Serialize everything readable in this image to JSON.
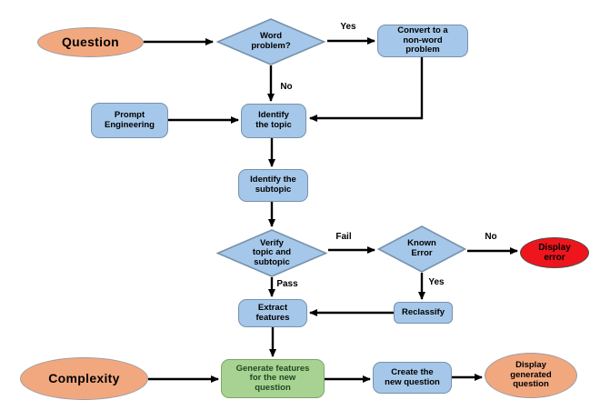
{
  "diagram": {
    "title_hint": "question generation flowchart",
    "background": "#FFFFFF",
    "colors": {
      "process_fill": "#A5C7E9",
      "process_border": "#7791AC",
      "terminator_fill": "#F2A87E",
      "terminator_border": "#9C9CA4",
      "error_fill": "#EF151D",
      "error_border": "#4A4A4A",
      "highlight_fill": "#A7D292",
      "highlight_border": "#7EA569",
      "highlight_text": "#1E4A22",
      "edge_color": "#000000"
    },
    "nodes": {
      "question": {
        "label": "Question",
        "shape": "ellipse"
      },
      "word_problem": {
        "label": "Word\nproblem?",
        "shape": "diamond"
      },
      "convert": {
        "label": "Convert to a\nnon-word\nproblem",
        "shape": "rect"
      },
      "prompt_engineering": {
        "label": "Prompt\nEngineering",
        "shape": "rect"
      },
      "identify_topic": {
        "label": "Identify\nthe topic",
        "shape": "rect"
      },
      "identify_subtopic": {
        "label": "Identify the\nsubtopic",
        "shape": "rect"
      },
      "verify": {
        "label": "Verify\ntopic and\nsubtopic",
        "shape": "diamond"
      },
      "known_error": {
        "label": "Known\nError",
        "shape": "diamond"
      },
      "display_error": {
        "label": "Display\nerror",
        "shape": "ellipse"
      },
      "extract_features": {
        "label": "Extract\nfeatures",
        "shape": "rect"
      },
      "reclassify": {
        "label": "Reclassify",
        "shape": "rect"
      },
      "generate_features": {
        "label": "Generate features\nfor the new\nquestion",
        "shape": "rect"
      },
      "complexity": {
        "label": "Complexity",
        "shape": "ellipse"
      },
      "create_question": {
        "label": "Create the\nnew question",
        "shape": "rect"
      },
      "display_generated": {
        "label": "Display\ngenerated\nquestion",
        "shape": "ellipse"
      }
    },
    "edge_labels": {
      "word_yes": "Yes",
      "word_no": "No",
      "verify_fail": "Fail",
      "verify_pass": "Pass",
      "known_yes": "Yes",
      "known_no": "No"
    }
  }
}
